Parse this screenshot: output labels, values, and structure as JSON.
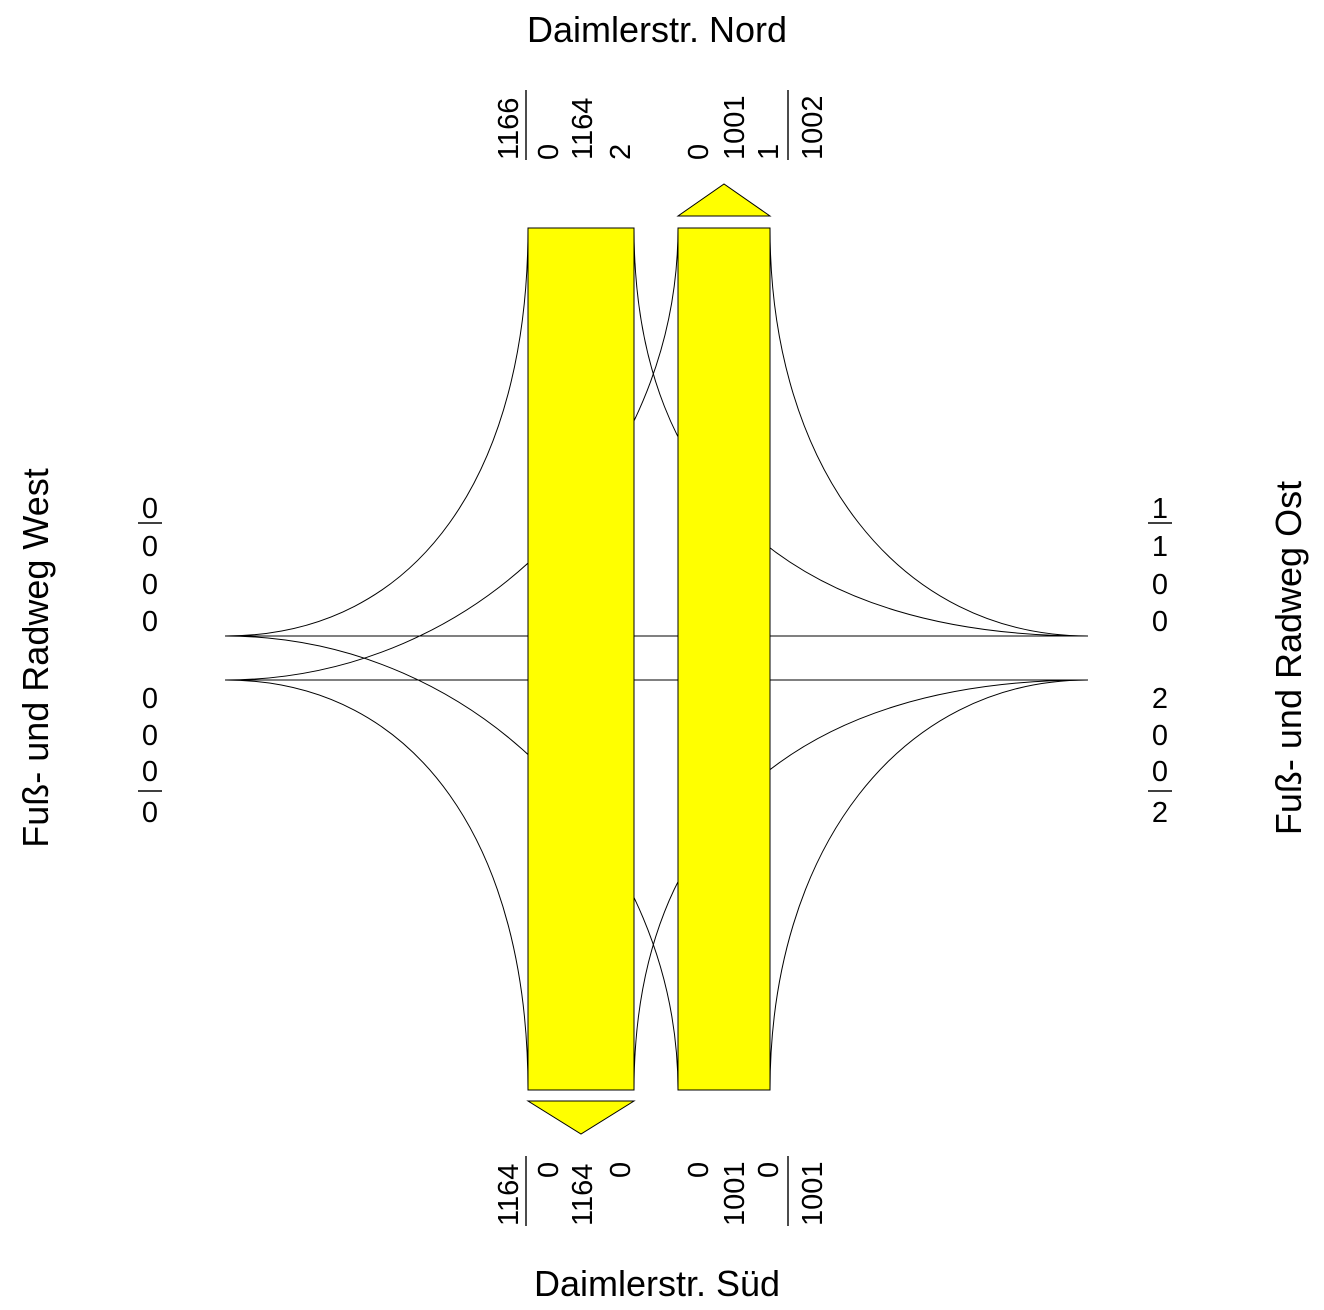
{
  "diagram": {
    "type": "traffic-flow-intersection",
    "fill_color": "#ffff00",
    "stroke_color": "#000000",
    "arms": {
      "north": {
        "name": "Daimlerstr. Nord",
        "inbound": [
          "1166",
          "0",
          "1164",
          "2"
        ],
        "outbound": [
          "0",
          "1001",
          "1",
          "1002"
        ]
      },
      "south": {
        "name": "Daimlerstr. Süd",
        "inbound": [
          "1164",
          "0",
          "1164",
          "0"
        ],
        "outbound": [
          "0",
          "1001",
          "0",
          "1001"
        ]
      },
      "west": {
        "name": "Fuß- und Radweg West",
        "upper": [
          "0",
          "0",
          "0",
          "0"
        ],
        "lower": [
          "0",
          "0",
          "0",
          "0"
        ]
      },
      "east": {
        "name": "Fuß- und Radweg Ost",
        "upper": [
          "1",
          "1",
          "0",
          "0"
        ],
        "lower": [
          "2",
          "0",
          "0",
          "2"
        ]
      }
    }
  }
}
